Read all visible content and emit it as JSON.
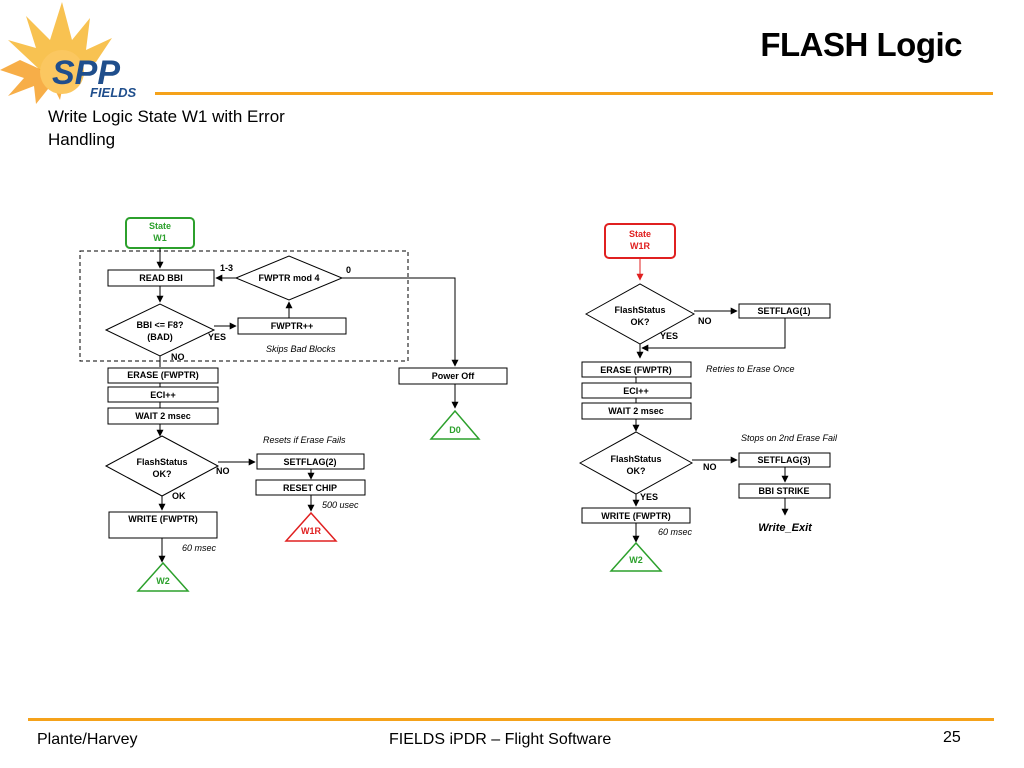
{
  "header": {
    "title": "FLASH Logic",
    "subtitle": "Write Logic State W1 with Error Handling",
    "logo_text": "SPP",
    "logo_subtext": "FIELDS"
  },
  "footer": {
    "author": "Plante/Harvey",
    "presentation": "FIELDS iPDR – Flight Software",
    "page_number": "25"
  },
  "colors": {
    "accent": "#f5a21a",
    "green": "#2ca02c",
    "red": "#e02020"
  },
  "left_flow": {
    "start_line1": "State",
    "start_line2": "W1",
    "read_bbi": "READ BBI",
    "fwptr_mod": "FWPTR mod 4",
    "mod_label_13": "1-3",
    "mod_label_0": "0",
    "bbi_line1": "BBI <= F8?",
    "bbi_line2": "(BAD)",
    "yes": "YES",
    "no": "NO",
    "fwptr_inc": "FWPTR++",
    "skips_note": "Skips Bad Blocks",
    "erase": "ERASE (FWPTR)",
    "eci": "ECI++",
    "wait": "WAIT 2 msec",
    "power_off": "Power Off",
    "d0": "D0",
    "resets_note": "Resets if Erase Fails",
    "fs_line1": "FlashStatus",
    "fs_line2": "OK?",
    "fs_no": "NO",
    "fs_ok": "OK",
    "setflag2": "SETFLAG(2)",
    "reset_chip": "RESET CHIP",
    "usec_note": "500 usec",
    "w1r": "W1R",
    "write": "WRITE (FWPTR)",
    "msec_note": "60 msec",
    "w2": "W2"
  },
  "right_flow": {
    "start_line1": "State",
    "start_line2": "W1R",
    "fs1_line1": "FlashStatus",
    "fs1_line2": "OK?",
    "fs1_no": "NO",
    "fs1_yes": "YES",
    "setflag1": "SETFLAG(1)",
    "erase": "ERASE (FWPTR)",
    "retries_note": "Retries to Erase Once",
    "eci": "ECI++",
    "wait": "WAIT 2 msec",
    "stops_note": "Stops on 2nd Erase Fail",
    "fs2_line1": "FlashStatus",
    "fs2_line2": "OK?",
    "fs2_no": "NO",
    "fs2_yes": "YES",
    "setflag3": "SETFLAG(3)",
    "bbi_strike": "BBI STRIKE",
    "write_exit": "Write_Exit",
    "write": "WRITE (FWPTR)",
    "msec_note": "60 msec",
    "w2": "W2"
  }
}
